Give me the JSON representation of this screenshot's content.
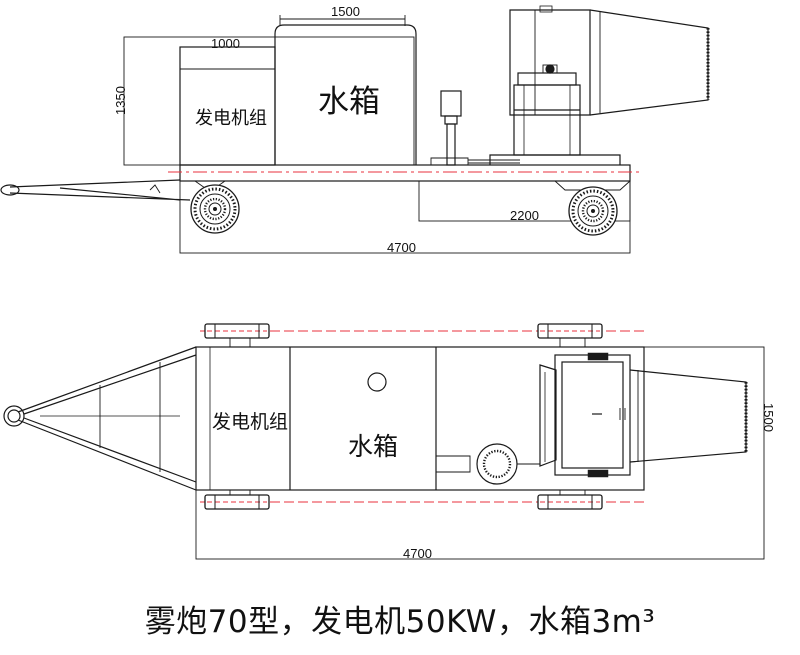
{
  "side_view": {
    "dim_top": "1500",
    "dim_gen_width": "1000",
    "dim_height": "1350",
    "dim_rear": "2200",
    "dim_length": "4700",
    "label_generator": "发电机组",
    "label_tank": "水箱"
  },
  "top_view": {
    "label_generator": "发电机组",
    "label_tank": "水箱",
    "dim_length": "4700",
    "dim_width": "1500"
  },
  "caption": "雾炮70型，发电机50KW，水箱3m³",
  "colors": {
    "line": "#1a1a1a",
    "accent": "#e8323c"
  }
}
